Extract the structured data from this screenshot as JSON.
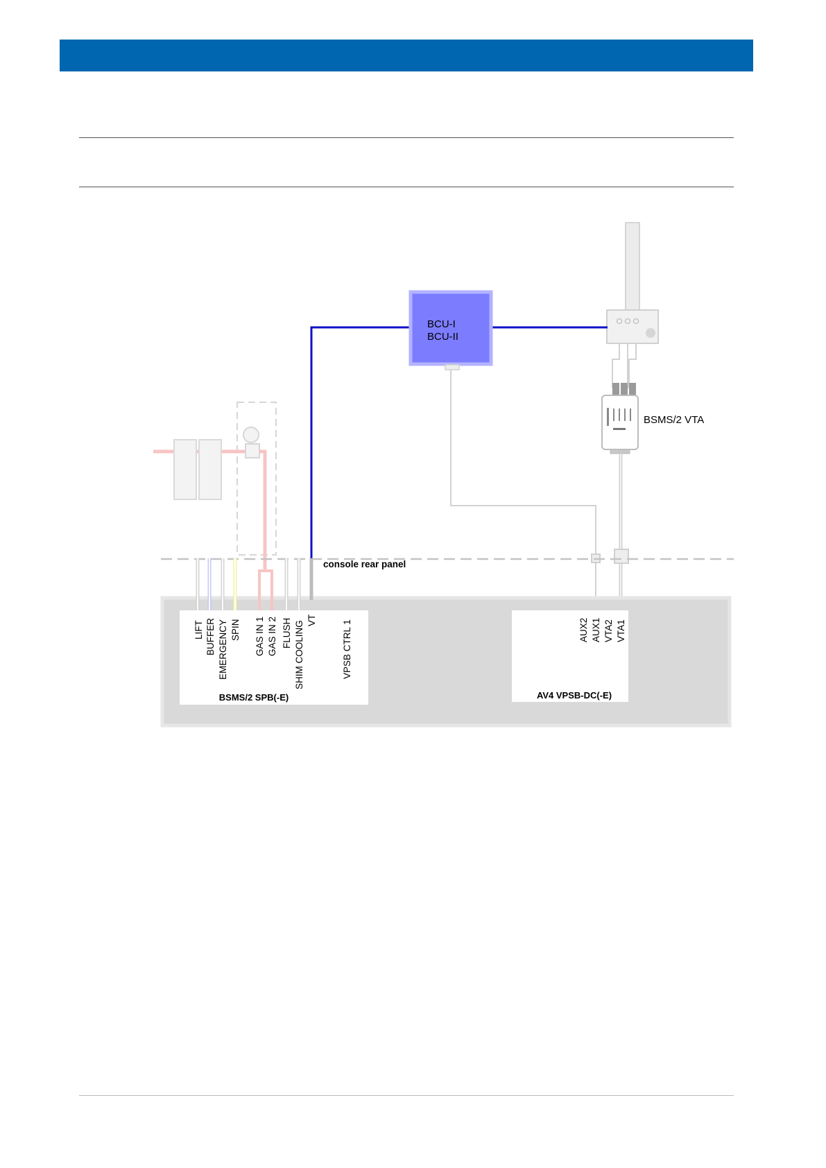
{
  "colors": {
    "header": "#0066b0",
    "bcu_fill": "#7c7cff",
    "bcu_border": "#b3b3ff",
    "bcu_line": "#1010c8",
    "gas_line": "#f7b8b8",
    "spin_line": "#f5f3a8",
    "buffer_line": "#c8c8f0",
    "panel_bg": "#d9d9d9",
    "faded": "#d0d0d0"
  },
  "diagram": {
    "bcu_label_1": "BCU-I",
    "bcu_label_2": "BCU-II",
    "vta_label": "BSMS/2 VTA",
    "rear_panel_label": "console rear panel",
    "spb_ports": [
      "LIFT",
      "BUFFER",
      "EMERGENCY",
      "SPIN",
      "GAS IN 1",
      "GAS IN 2",
      "FLUSH",
      "SHIM COOLING",
      "VT",
      "VPSB CTRL 1"
    ],
    "spb_label": "BSMS/2 SPB(-E)",
    "vpsb_ports": [
      "AUX2",
      "AUX1",
      "VTA2",
      "VTA1"
    ],
    "vpsb_label": "AV4 VPSB-DC(-E)"
  }
}
